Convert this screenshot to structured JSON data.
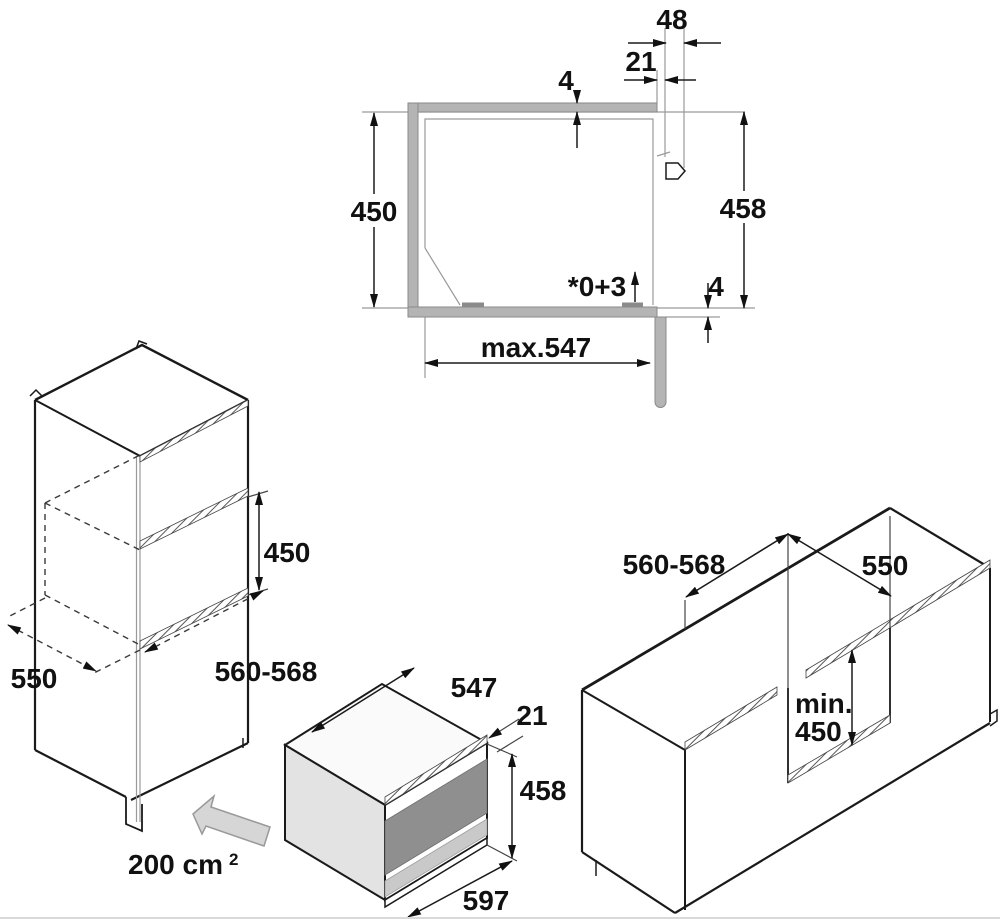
{
  "section_view": {
    "dims": {
      "frame_width": "48",
      "front_offset": "21",
      "top_gap": "4",
      "rear_height": "450",
      "front_height": "458",
      "foot_adjust": "*0+3",
      "bottom_gap": "4",
      "max_depth": "max.547"
    }
  },
  "tall_cabinet": {
    "dims": {
      "niche_height": "450",
      "depth": "550",
      "niche_width": "560-568"
    },
    "vent": {
      "text": "200 cm",
      "sup": "2"
    }
  },
  "oven": {
    "dims": {
      "depth": "547",
      "door_offset": "21",
      "height": "458",
      "width": "597"
    }
  },
  "base_cabinet": {
    "dims": {
      "niche_width": "560-568",
      "depth": "550",
      "niche_min_label": "min.",
      "niche_min_value": "450"
    }
  },
  "colors": {
    "line": "#1a1a1a",
    "bar_gray": "#b4b4b4",
    "door_dark": "#8f8f8f",
    "door_light": "#c9c9c9",
    "arrow_fill": "#d6d6d6"
  }
}
